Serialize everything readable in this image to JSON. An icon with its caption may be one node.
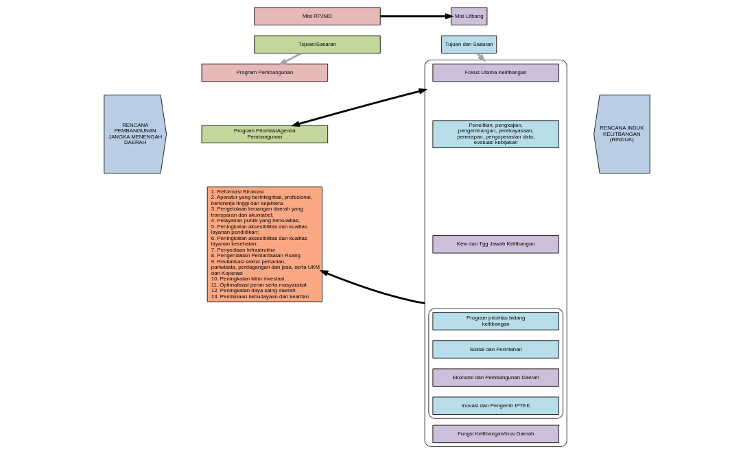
{
  "diagram": {
    "nodes": [
      {
        "text": [
          "RENCANA PEMBANGUNAN JANGKA MENENGAH DAERAH"
        ]
      },
      {
        "text": [
          "Misi RPJMD"
        ]
      },
      {
        "text": [
          "Tujuan/Sasaran"
        ]
      },
      {
        "text": [
          "Program Pembangunan"
        ]
      },
      {
        "text": [
          "Program Prioritas/Agenda Pembangunan"
        ]
      },
      {
        "text": [
          "1. Reformasi Birokrasi",
          "2. Aparatur yang berintegritas, profesional, berkinerja tinggi dan sejahtera",
          "3. Pengelolaan keuangan daerah yang transparan dan akuntabel;",
          "4. Pelayanan publik yang berkualitas;",
          "5. Peningkatan aksesibilitas dan kualitas layanan pendidikan;",
          "6. Peningkatan aksesibilitas dan kualitas layanan kesehatan;",
          "7. Penyediaan Infrastruktur",
          "8. Pengendalian Pemanfaatan Ruang",
          "9. Revitalisasi sektor pertanian, pariwisata, perdagangan dan jasa, serta UKM dan Koperasi",
          "10. Peningkatan iklim investasi",
          "11. Optimalisasi peran serta masyarakat",
          "12. Peningkatan daya saing daerah",
          "13. Pembinaan kebudayaan dan kearifan"
        ]
      },
      {
        "text": [
          "Misi Litbang"
        ]
      },
      {
        "text": [
          "Tujuan dan Sasaran"
        ]
      },
      {
        "text": [],
        "shape": "box"
      },
      {
        "text": [
          "Fokus Utama Kelitbangan"
        ],
        "in": 8
      },
      {
        "text": [
          "Penelitian, pengkajian, pengembangan, perekayasaan, penerapan, pengoperasian data, evaluasi kebijakan"
        ],
        "in": 8
      },
      {
        "text": [
          "Kew dan Tgg Jawab Kelitbangan"
        ],
        "in": 8
      },
      {
        "text": [],
        "shape": "box",
        "in": 8
      },
      {
        "text": [
          "Program prioritas bidang kelitbangan"
        ],
        "in": 12
      },
      {
        "text": [
          "Sosial dan Perintahan"
        ],
        "in": 12
      },
      {
        "text": [
          "Ekonomi dan Pembangunan Daerah"
        ],
        "in": 12
      },
      {
        "text": [
          "Inovasi dan Pengemb IPTEK"
        ],
        "in": 12
      },
      {
        "text": [
          "Fungsi Kelitbangan/Inov Daerah"
        ],
        "in": 8
      },
      {
        "text": [
          "RENCANA INDUK KELITBANGAN (RINDUK)"
        ]
      }
    ],
    "edges": [
      {
        "from": 1,
        "to": 6,
        "arrow": "to"
      },
      {
        "from": 2,
        "to": 3,
        "arrow": "to",
        "color": "#a6a6a6"
      },
      {
        "from": 7,
        "to": 8,
        "arrow": "to",
        "color": "#a6a6a6"
      },
      {
        "from": 4,
        "to": 8,
        "arrow": "both"
      },
      {
        "from": 8,
        "to": 5,
        "arrow": "to"
      }
    ]
  }
}
